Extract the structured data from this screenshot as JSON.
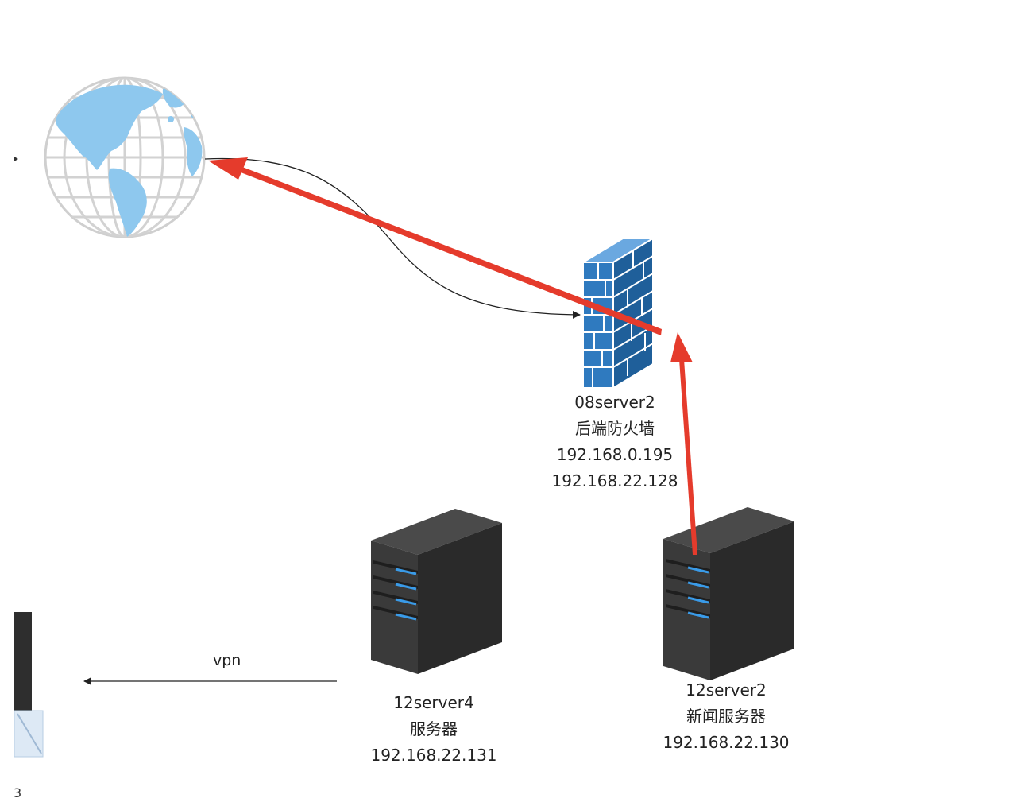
{
  "nodes": {
    "internet": {
      "type": "globe"
    },
    "firewall": {
      "type": "firewall",
      "name": "08server2",
      "role": "后端防火墙",
      "ip1": "192.168.0.195",
      "ip2": "192.168.22.128"
    },
    "server4": {
      "type": "server",
      "name": "12server4",
      "role": "服务器",
      "ip": "192.168.22.131"
    },
    "server2": {
      "type": "server",
      "name": "12server2",
      "role": "新闻服务器",
      "ip": "192.168.22.130"
    }
  },
  "edges": {
    "vpn": {
      "label": "vpn",
      "color": "#222222"
    },
    "internet_to_firewall": {
      "color": "#222222"
    },
    "firewall_to_internet": {
      "color": "#e53b2c"
    },
    "server2_to_firewall": {
      "color": "#e53b2c"
    }
  },
  "colors": {
    "globe_land": "#8ec8ee",
    "globe_grid": "#cccccc",
    "firewall_blue": "#2f7abf",
    "server_body": "#2c2c2c",
    "server_led": "#3a9be8",
    "highlight_arrow": "#e53b2c"
  }
}
